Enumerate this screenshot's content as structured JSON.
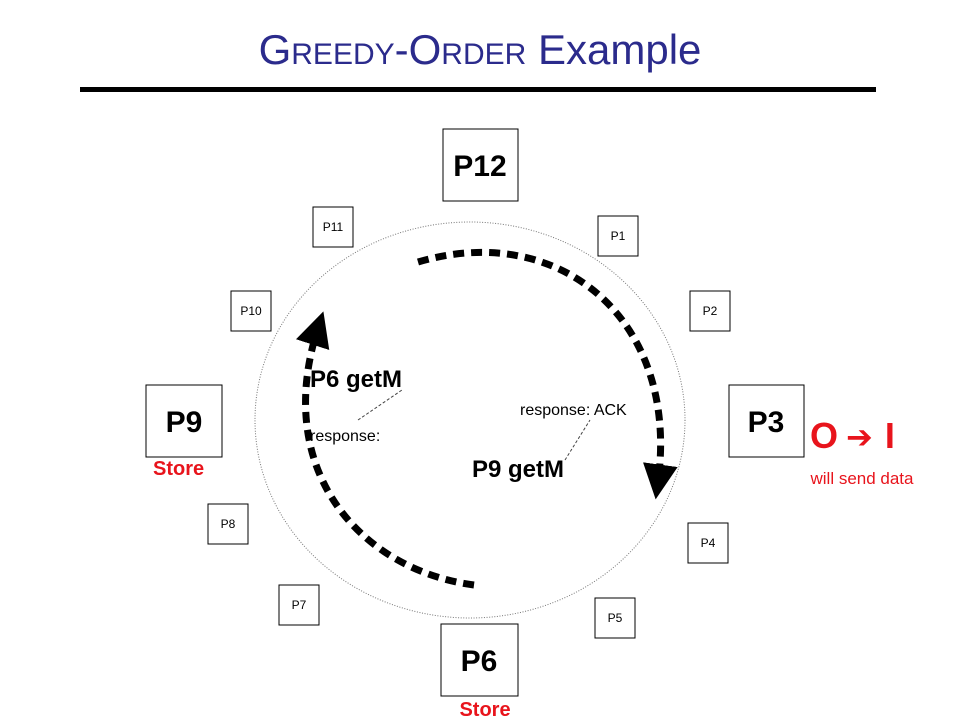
{
  "title": {
    "greedy_g": "G",
    "greedy_rest": "REEDY",
    "dash": "-",
    "order_o": "O",
    "order_rest": "RDER",
    "example": " Example"
  },
  "nodes": {
    "p12": "P12",
    "p1": "P1",
    "p2": "P2",
    "p3": "P3",
    "p4": "P4",
    "p5": "P5",
    "p6": "P6",
    "p7": "P7",
    "p8": "P8",
    "p9": "P9",
    "p10": "P10",
    "p11": "P11"
  },
  "annotations": {
    "p6_getm": "P6 getM",
    "p9_getm": "P9 getM",
    "response_left": "response:",
    "response_ack": "response: ACK",
    "store_p9": "Store",
    "store_p6": "Store",
    "transition_from": "O",
    "transition_arrow": "➔",
    "transition_to": "I",
    "will_send": "will send data"
  },
  "colors": {
    "title": "#2b2b8c",
    "accent": "#e8141c"
  }
}
